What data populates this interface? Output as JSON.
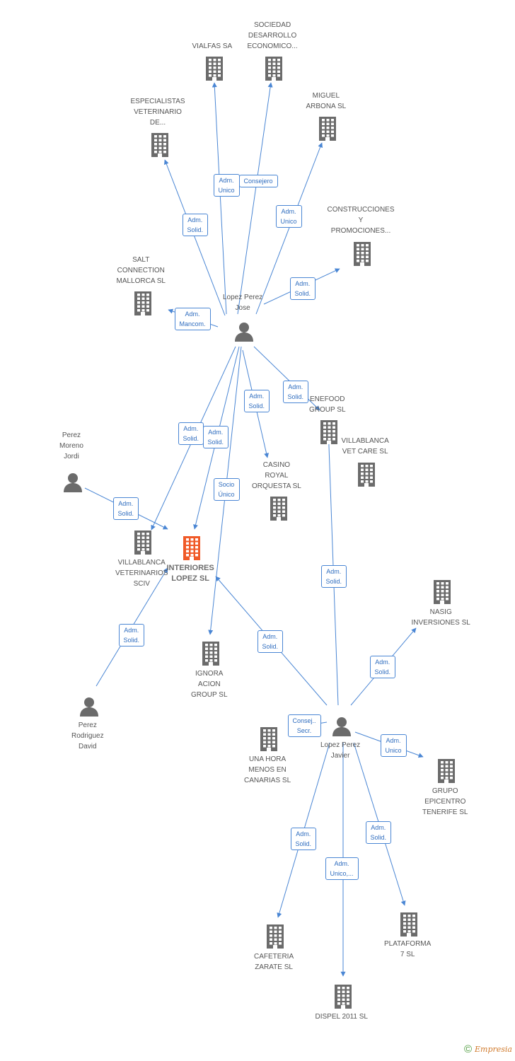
{
  "colors": {
    "edge": "#4a86d4",
    "icon_gray": "#6b6b6b",
    "icon_focus": "#f05a28",
    "badge_text": "#2f6dbf"
  },
  "nodes": {
    "vialfas": {
      "label": [
        "VIALFAS SA"
      ],
      "kind": "company"
    },
    "sociedad": {
      "label": [
        "SOCIEDAD",
        "DESARROLLO",
        "ECONOMICO..."
      ],
      "kind": "company"
    },
    "especialistas": {
      "label": [
        "ESPECIALISTAS",
        "VETERINARIO",
        "DE..."
      ],
      "kind": "company"
    },
    "miguel": {
      "label": [
        "MIGUEL",
        "ARBONA SL"
      ],
      "kind": "company"
    },
    "construcciones": {
      "label": [
        "CONSTRUCCIONES",
        "Y",
        "PROMOCIONES..."
      ],
      "kind": "company"
    },
    "salt": {
      "label": [
        "SALT",
        "CONNECTION",
        "MALLORCA SL"
      ],
      "kind": "company"
    },
    "jose": {
      "label": [
        "Lopez Perez",
        "Jose"
      ],
      "kind": "person"
    },
    "enefood": {
      "label": [
        "ENEFOOD",
        "GROUP SL"
      ],
      "kind": "company"
    },
    "vetcare": {
      "label": [
        "VILLABLANCA",
        "VET CARE SL"
      ],
      "kind": "company"
    },
    "jordi": {
      "label": [
        "Perez",
        "Moreno",
        "Jordi"
      ],
      "kind": "person"
    },
    "casino": {
      "label": [
        "CASINO",
        "ROYAL",
        "ORQUESTA SL"
      ],
      "kind": "company"
    },
    "villavet": {
      "label": [
        "VILLABLANCA",
        "VETERINARIOS",
        "SCIV"
      ],
      "kind": "company"
    },
    "interiores": {
      "label": [
        "INTERIORES",
        "LOPEZ SL"
      ],
      "kind": "focus"
    },
    "nasig": {
      "label": [
        "NASIG",
        "INVERSIONES SL"
      ],
      "kind": "company"
    },
    "ignora": {
      "label": [
        "IGNORA",
        "ACION",
        "GROUP SL"
      ],
      "kind": "company"
    },
    "david": {
      "label": [
        "Perez",
        "Rodriguez",
        "David"
      ],
      "kind": "person"
    },
    "unahora": {
      "label": [
        "UNA HORA",
        "MENOS EN",
        "CANARIAS SL"
      ],
      "kind": "company"
    },
    "javier": {
      "label": [
        "Lopez Perez",
        "Javier"
      ],
      "kind": "person"
    },
    "epicentro": {
      "label": [
        "GRUPO",
        "EPICENTRO",
        "TENERIFE SL"
      ],
      "kind": "company"
    },
    "cafeteria": {
      "label": [
        "CAFETERIA",
        "ZARATE SL"
      ],
      "kind": "company"
    },
    "plataforma": {
      "label": [
        "PLATAFORMA",
        "7 SL"
      ],
      "kind": "company"
    },
    "dispel": {
      "label": [
        "DISPEL 2011 SL"
      ],
      "kind": "company"
    }
  },
  "edges": [
    {
      "from": "jose",
      "to": "vialfas",
      "role": [
        "Adm.",
        "Unico"
      ]
    },
    {
      "from": "jose",
      "to": "sociedad",
      "role": [
        "Consejero"
      ]
    },
    {
      "from": "jose",
      "to": "especialistas",
      "role": [
        "Adm.",
        "Solid."
      ]
    },
    {
      "from": "jose",
      "to": "miguel",
      "role": [
        "Adm.",
        "Unico"
      ]
    },
    {
      "from": "jose",
      "to": "construcciones",
      "role": [
        "Adm.",
        "Solid."
      ]
    },
    {
      "from": "jose",
      "to": "salt",
      "role": [
        "Adm.",
        "Mancom."
      ]
    },
    {
      "from": "jose",
      "to": "casino",
      "role": [
        "Adm.",
        "Solid."
      ]
    },
    {
      "from": "jose",
      "to": "enefood",
      "role": [
        "Adm.",
        "Solid."
      ]
    },
    {
      "from": "jose",
      "to": "villavet",
      "role": [
        "Adm.",
        "Solid."
      ]
    },
    {
      "from": "jose",
      "to": "interiores",
      "role": [
        "Adm.",
        "Solid."
      ]
    },
    {
      "from": "jose",
      "to": "ignora",
      "role": [
        "Socio",
        "Único"
      ]
    },
    {
      "from": "jordi",
      "to": "interiores",
      "role": [
        "Adm.",
        "Solid."
      ]
    },
    {
      "from": "david",
      "to": "interiores",
      "role": [
        "Adm.",
        "Solid."
      ]
    },
    {
      "from": "javier",
      "to": "interiores",
      "role": [
        "Adm.",
        "Solid."
      ]
    },
    {
      "from": "javier",
      "to": "enefood",
      "role": [
        "Adm.",
        "Solid."
      ]
    },
    {
      "from": "javier",
      "to": "nasig",
      "role": [
        "Adm.",
        "Solid."
      ]
    },
    {
      "from": "javier",
      "to": "unahora",
      "role": [
        "Consej..",
        "Secr."
      ]
    },
    {
      "from": "javier",
      "to": "epicentro",
      "role": [
        "Adm.",
        "Unico"
      ]
    },
    {
      "from": "javier",
      "to": "cafeteria",
      "role": [
        "Adm.",
        "Solid."
      ]
    },
    {
      "from": "javier",
      "to": "dispel",
      "role": [
        "Adm.",
        "Unico,..."
      ]
    },
    {
      "from": "javier",
      "to": "plataforma",
      "role": [
        "Adm.",
        "Solid."
      ]
    }
  ],
  "footer": {
    "copyright": "©",
    "brand": "Empresia"
  }
}
